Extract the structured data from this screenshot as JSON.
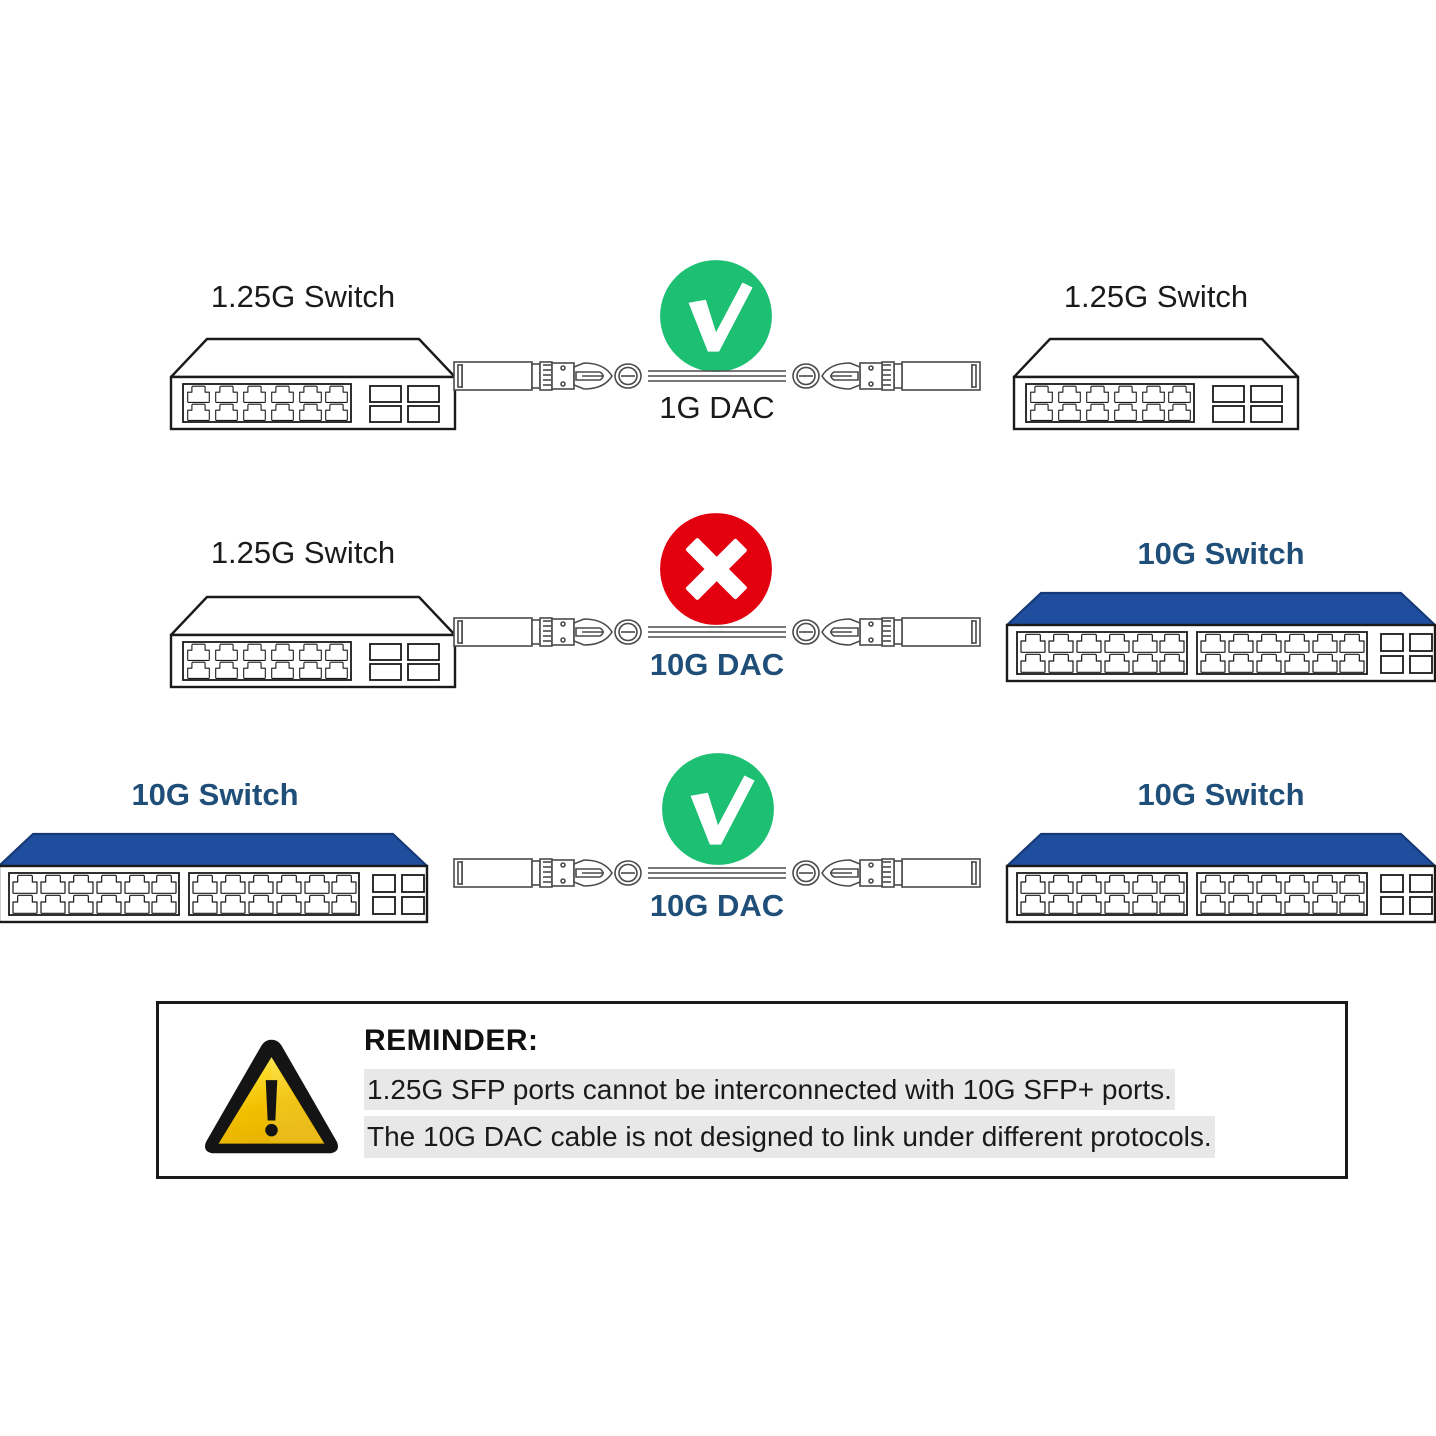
{
  "rows": [
    {
      "id": "row-1",
      "left_switch": {
        "label": "1.25G Switch",
        "type": "1.25G"
      },
      "right_switch": {
        "label": "1.25G Switch",
        "type": "1.25G"
      },
      "cable": {
        "label": "1G DAC",
        "emphasis": "normal"
      },
      "status": {
        "icon": "check-circle-icon",
        "state": "compatible",
        "color": "#1DBF73"
      }
    },
    {
      "id": "row-2",
      "left_switch": {
        "label": "1.25G Switch",
        "type": "1.25G"
      },
      "right_switch": {
        "label": "10G Switch",
        "type": "10G"
      },
      "cable": {
        "label": "10G DAC",
        "emphasis": "blue"
      },
      "status": {
        "icon": "cross-circle-icon",
        "state": "incompatible",
        "color": "#E3000F"
      }
    },
    {
      "id": "row-3",
      "left_switch": {
        "label": "10G Switch",
        "type": "10G"
      },
      "right_switch": {
        "label": "10G Switch",
        "type": "10G"
      },
      "cable": {
        "label": "10G DAC",
        "emphasis": "blue"
      },
      "status": {
        "icon": "check-circle-icon",
        "state": "compatible",
        "color": "#1DBF73"
      }
    }
  ],
  "reminder": {
    "icon": "warning-triangle-icon",
    "heading": "REMINDER:",
    "line1": "1.25G SFP ports cannot be interconnected with 10G SFP+ ports.",
    "line2": "The 10G DAC cable is not designed to link under different protocols."
  },
  "colors": {
    "check_green": "#1DBF73",
    "cross_red": "#E3000F",
    "switch_blue_text": "#1F4E79",
    "switch_10g_top": "#1F4E9E",
    "outline": "#1a1a1a",
    "warning_yellow": "#F2C200",
    "highlight_gray": "#e8e8e8"
  }
}
